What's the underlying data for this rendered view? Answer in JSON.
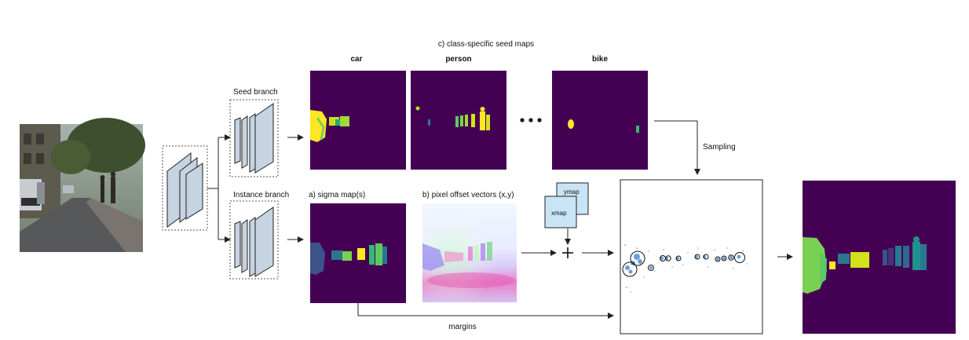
{
  "labels": {
    "title": "c) class-specific seed maps",
    "seed_branch": "Seed branch",
    "instance_branch": "Instance branch",
    "class_car": "car",
    "class_person": "person",
    "class_bike": "bike",
    "sigma_maps": "a)  sigma map(s)",
    "offset_vectors": "b) pixel offset vectors (x,y)",
    "ymap": "ymap",
    "xmap": "xmap",
    "sampling": "Sampling",
    "margins": "margins"
  },
  "colors": {
    "map_background": "#440154",
    "block_fill": "#c6d3e0",
    "map_fill": "#c9e4f4",
    "seed_yellow": "#fde725",
    "seed_green": "#7ad151",
    "seed_teal": "#22a884",
    "instance_blue": "#3b528b",
    "instance_cyan": "#2a788e",
    "cluster_point": "#4f8ecf"
  }
}
